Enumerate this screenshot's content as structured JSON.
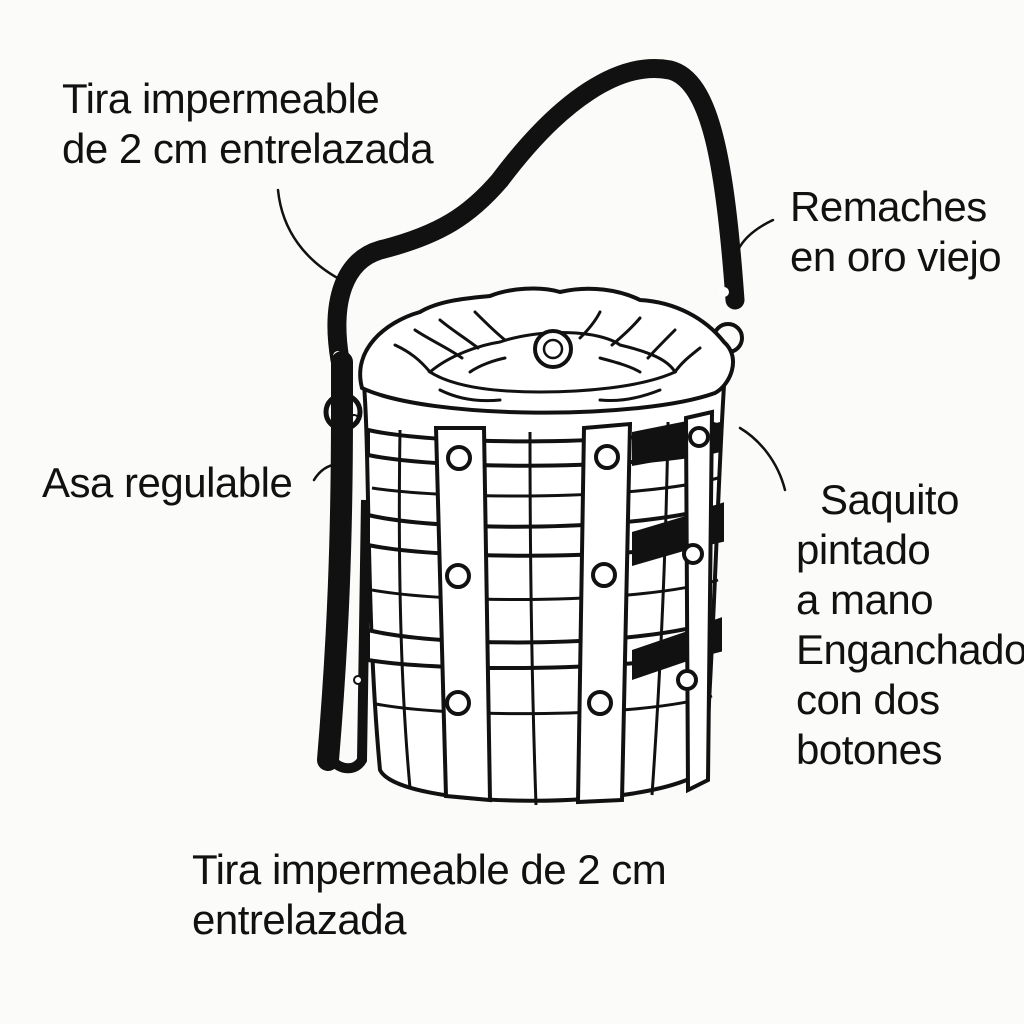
{
  "labels": {
    "top_left": {
      "line1": "Tira impermeable",
      "line2": "de 2 cm entrelazada"
    },
    "rivets": {
      "line1": "Remaches",
      "line2": "en oro viejo"
    },
    "handle": {
      "line1": "Asa regulable"
    },
    "sack": {
      "line1": "Saquito",
      "line2": "pintado",
      "line3": "a mano",
      "line4": "Enganchado",
      "line5": "con dos",
      "line6": "botones"
    },
    "bottom": {
      "line1": "Tira impermeable de 2 cm",
      "line2": "entrelazada"
    }
  },
  "colors": {
    "ink": "#111111",
    "paper": "#fbfbfa",
    "fill": "#ffffff"
  }
}
